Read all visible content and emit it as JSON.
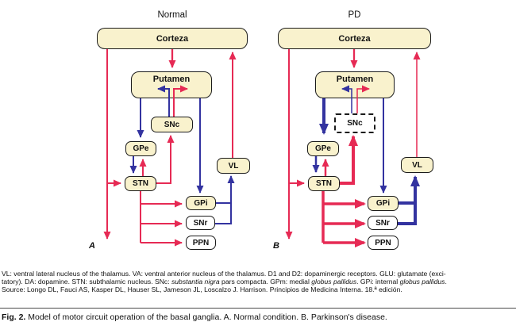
{
  "colors": {
    "red_pathway": "#E62A54",
    "blue_pathway": "#3333A0",
    "box_fill": "#F9F2CD",
    "box_border": "#1B1B1B",
    "white_box_fill": "#FFFFFF"
  },
  "panels": [
    {
      "title": "Normal",
      "letter": "A",
      "boxes": {
        "cortex": "Corteza",
        "putamen": "Putamen",
        "snc": "SNc",
        "gpe": "GPe",
        "stn": "STN",
        "vl": "VL",
        "gpi": "GPi",
        "snr": "SNr",
        "ppn": "PPN"
      },
      "edges": [
        {
          "from": "Corteza",
          "to": "descending",
          "color": "red",
          "weight": "normal"
        },
        {
          "from": "Corteza",
          "to": "STN",
          "color": "red",
          "weight": "normal"
        },
        {
          "from": "Corteza",
          "to": "Putamen",
          "color": "red",
          "weight": "normal"
        },
        {
          "from": "SNc",
          "to": "Putamen-left",
          "color": "blue",
          "weight": "normal"
        },
        {
          "from": "SNc",
          "to": "Putamen-right",
          "color": "red",
          "weight": "normal"
        },
        {
          "from": "Putamen",
          "to": "GPe",
          "color": "blue",
          "weight": "normal"
        },
        {
          "from": "GPe",
          "to": "STN",
          "color": "blue",
          "weight": "normal"
        },
        {
          "from": "STN",
          "to": "GPe",
          "color": "red",
          "weight": "normal"
        },
        {
          "from": "STN",
          "to": "SNc",
          "color": "red",
          "weight": "normal"
        },
        {
          "from": "STN",
          "to": "GPi",
          "color": "red",
          "weight": "normal"
        },
        {
          "from": "STN",
          "to": "SNr",
          "color": "red",
          "weight": "normal"
        },
        {
          "from": "STN",
          "to": "PPN",
          "color": "red",
          "weight": "normal"
        },
        {
          "from": "Putamen",
          "to": "GPi",
          "color": "blue",
          "weight": "normal"
        },
        {
          "from": "GPi/SNr",
          "to": "VL",
          "color": "blue",
          "weight": "normal"
        },
        {
          "from": "VL",
          "to": "Corteza",
          "color": "red",
          "weight": "normal"
        }
      ]
    },
    {
      "title": "PD",
      "letter": "B",
      "boxes": {
        "cortex": "Corteza",
        "putamen": "Putamen",
        "snc": "SNc",
        "gpe": "GPe",
        "stn": "STN",
        "vl": "VL",
        "gpi": "GPi",
        "snr": "SNr",
        "ppn": "PPN"
      },
      "snc_degenerated_border": "jagged/dashed",
      "edges": [
        {
          "from": "Corteza",
          "to": "descending",
          "color": "red",
          "weight": "normal"
        },
        {
          "from": "Corteza",
          "to": "STN",
          "color": "red",
          "weight": "normal"
        },
        {
          "from": "Corteza",
          "to": "Putamen",
          "color": "red",
          "weight": "normal"
        },
        {
          "from": "SNc",
          "to": "Putamen-left",
          "color": "blue",
          "weight": "thin"
        },
        {
          "from": "SNc",
          "to": "Putamen-right",
          "color": "red",
          "weight": "thin"
        },
        {
          "from": "Putamen",
          "to": "GPe",
          "color": "blue",
          "weight": "thick"
        },
        {
          "from": "GPe",
          "to": "STN",
          "color": "blue",
          "weight": "normal"
        },
        {
          "from": "STN",
          "to": "GPe",
          "color": "red",
          "weight": "normal"
        },
        {
          "from": "STN",
          "to": "SNc",
          "color": "red",
          "weight": "thick"
        },
        {
          "from": "STN",
          "to": "GPi",
          "color": "red",
          "weight": "thick"
        },
        {
          "from": "STN",
          "to": "SNr",
          "color": "red",
          "weight": "thick"
        },
        {
          "from": "STN",
          "to": "PPN",
          "color": "red",
          "weight": "thick"
        },
        {
          "from": "Putamen",
          "to": "GPi",
          "color": "blue",
          "weight": "normal"
        },
        {
          "from": "GPi/SNr",
          "to": "VL",
          "color": "blue",
          "weight": "thick"
        },
        {
          "from": "VL",
          "to": "Corteza",
          "color": "red",
          "weight": "thin"
        }
      ]
    }
  ],
  "footnote": {
    "line1": "VL: ventral lateral nucleus of the thalamus. VA: ventral anterior nucleus of the thalamus. D1 and D2: dopaminergic receptors. GLU: glutamate (exci-",
    "line2_seg1": "tatory). DA: dopamine. STN: subthalamic nucleus. SNc: ",
    "line2_it1": "substantia nigra",
    "line2_seg2": " pars compacta. GPm: medial ",
    "line2_it2": "globus pallidus",
    "line2_seg3": ". GPi: internal ",
    "line2_it3": "globus pallidus",
    "line2_seg4": ".",
    "line3": "Source: Longo DL, Fauci AS, Kasper DL, Hauser SL, Jameson JL, Loscalzo J. Harrison. Principios de Medicina Interna. 18.ª edición."
  },
  "caption": {
    "label": "Fig. 2.",
    "text": " Model of motor circuit operation of the basal ganglia. A. Normal condition. B. Parkinson's disease."
  }
}
